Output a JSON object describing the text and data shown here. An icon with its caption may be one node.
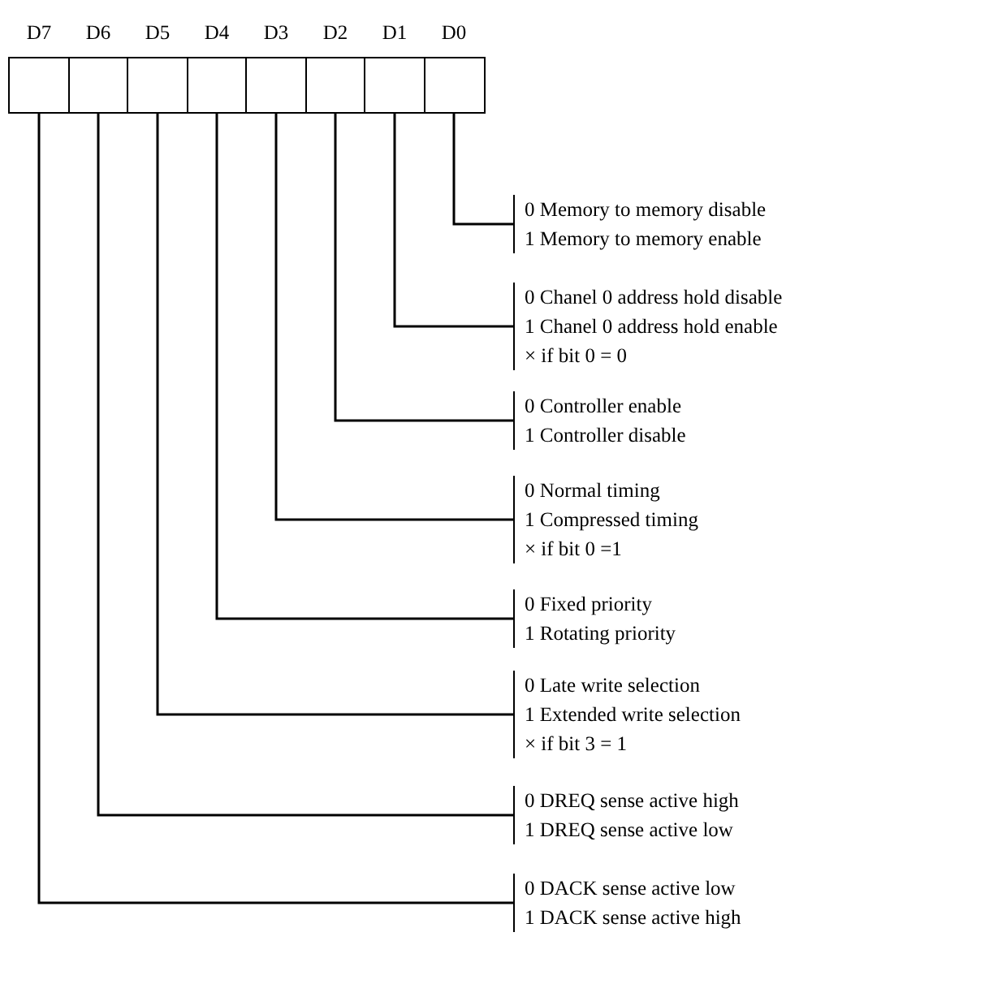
{
  "diagram": {
    "nodes": [
      {
        "text": [
          "D7"
        ]
      },
      {
        "text": [
          "D6"
        ]
      },
      {
        "text": [
          "D5"
        ]
      },
      {
        "text": [
          "D4"
        ]
      },
      {
        "text": [
          "D3"
        ]
      },
      {
        "text": [
          "D2"
        ]
      },
      {
        "text": [
          "D1"
        ]
      },
      {
        "text": [
          "D0"
        ]
      },
      {
        "text": [
          "0 Memory to memory disable",
          "1 Memory to memory enable"
        ]
      },
      {
        "text": [
          "0 Chanel 0 address hold disable",
          "1 Chanel 0 address hold enable",
          "× if bit 0 = 0"
        ]
      },
      {
        "text": [
          "0 Controller enable",
          "1 Controller disable"
        ]
      },
      {
        "text": [
          "0 Normal timing",
          "1 Compressed timing",
          "× if bit 0 =1"
        ]
      },
      {
        "text": [
          "0 Fixed priority",
          "1 Rotating priority"
        ]
      },
      {
        "text": [
          "0 Late write selection",
          "1 Extended write selection",
          "× if bit 3 = 1"
        ]
      },
      {
        "text": [
          "0 DREQ sense active high",
          "1 DREQ sense active low"
        ]
      },
      {
        "text": [
          "0 DACK sense active low",
          "1 DACK sense active high"
        ]
      }
    ],
    "edges": [
      {
        "from": 7,
        "to": 8,
        "arrow": "none"
      },
      {
        "from": 6,
        "to": 9,
        "arrow": "none"
      },
      {
        "from": 5,
        "to": 10,
        "arrow": "none"
      },
      {
        "from": 4,
        "to": 11,
        "arrow": "none"
      },
      {
        "from": 3,
        "to": 12,
        "arrow": "none"
      },
      {
        "from": 2,
        "to": 13,
        "arrow": "none"
      },
      {
        "from": 1,
        "to": 14,
        "arrow": "none"
      },
      {
        "from": 0,
        "to": 15,
        "arrow": "none"
      }
    ]
  }
}
